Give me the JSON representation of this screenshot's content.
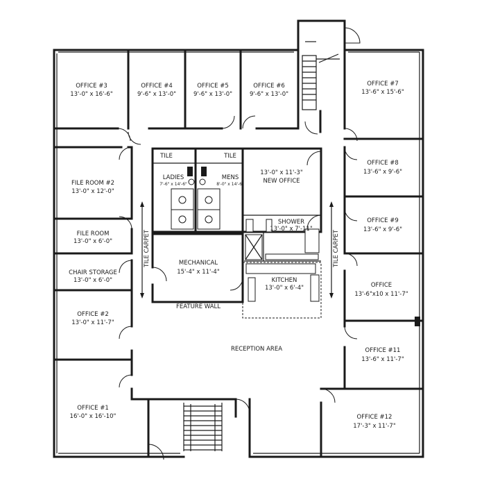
{
  "rooms": {
    "office3": {
      "name": "OFFICE #3",
      "size": "13'-0\" x 16'-6\""
    },
    "office4": {
      "name": "OFFICE #4",
      "size": "9'-6\" x 13'-0\""
    },
    "office5": {
      "name": "OFFICE #5",
      "size": "9'-6\" x 13'-0\""
    },
    "office6": {
      "name": "OFFICE #6",
      "size": "9'-6\" x 13'-0\""
    },
    "office7": {
      "name": "OFFICE #7",
      "size": "13'-6\" x 15'-6\""
    },
    "office8": {
      "name": "OFFICE #8",
      "size": "13'-6\" x 9'-6\""
    },
    "office9": {
      "name": "OFFICE #9",
      "size": "13'-6\" x 9'-6\""
    },
    "office10": {
      "name": "OFFICE",
      "size": "13'-6\"x10 x 11'-7\""
    },
    "office11": {
      "name": "OFFICE #11",
      "size": "13'-6\" x 11'-7\""
    },
    "office12": {
      "name": "OFFICE #12",
      "size": "17'-3\" x 11'-7\""
    },
    "office1": {
      "name": "OFFICE #1",
      "size": "16'-0\" x 16'-10\""
    },
    "office2": {
      "name": "OFFICE #2",
      "size": "13'-0\" x 11'-7\""
    },
    "fileroom2": {
      "name": "FILE ROOM #2",
      "size": "13'-0\" x 12'-0\""
    },
    "fileroom": {
      "name": "FILE ROOM",
      "size": "13'-0\" x 6'-0\""
    },
    "chairstorage": {
      "name": "CHAIR STORAGE",
      "size": "13'-0\" x 6'-0\""
    },
    "newoffice": {
      "name": "NEW OFFICE",
      "size": "13'-0\" x 11'-3\""
    },
    "shower": {
      "name": "SHOWER",
      "size": "13'-0\" x 7'-11\""
    },
    "kitchen": {
      "name": "KITCHEN",
      "size": "13'-0\" x 6'-4\""
    },
    "mechanical": {
      "name": "MECHANICAL",
      "size": "15'-4\" x 11'-4\""
    },
    "ladies": {
      "name": "LADIES",
      "size": "7'-6\" x 14'-6\""
    },
    "mens": {
      "name": "MENS",
      "size": "8'-0\" x 14'-6\""
    },
    "reception": {
      "name": "RECEPTION AREA"
    }
  },
  "labels": {
    "tile_left": "TILE",
    "tile_right": "TILE",
    "feature_wall": "FEATURE WALL",
    "tile_carpet": "TILE CARPET"
  }
}
